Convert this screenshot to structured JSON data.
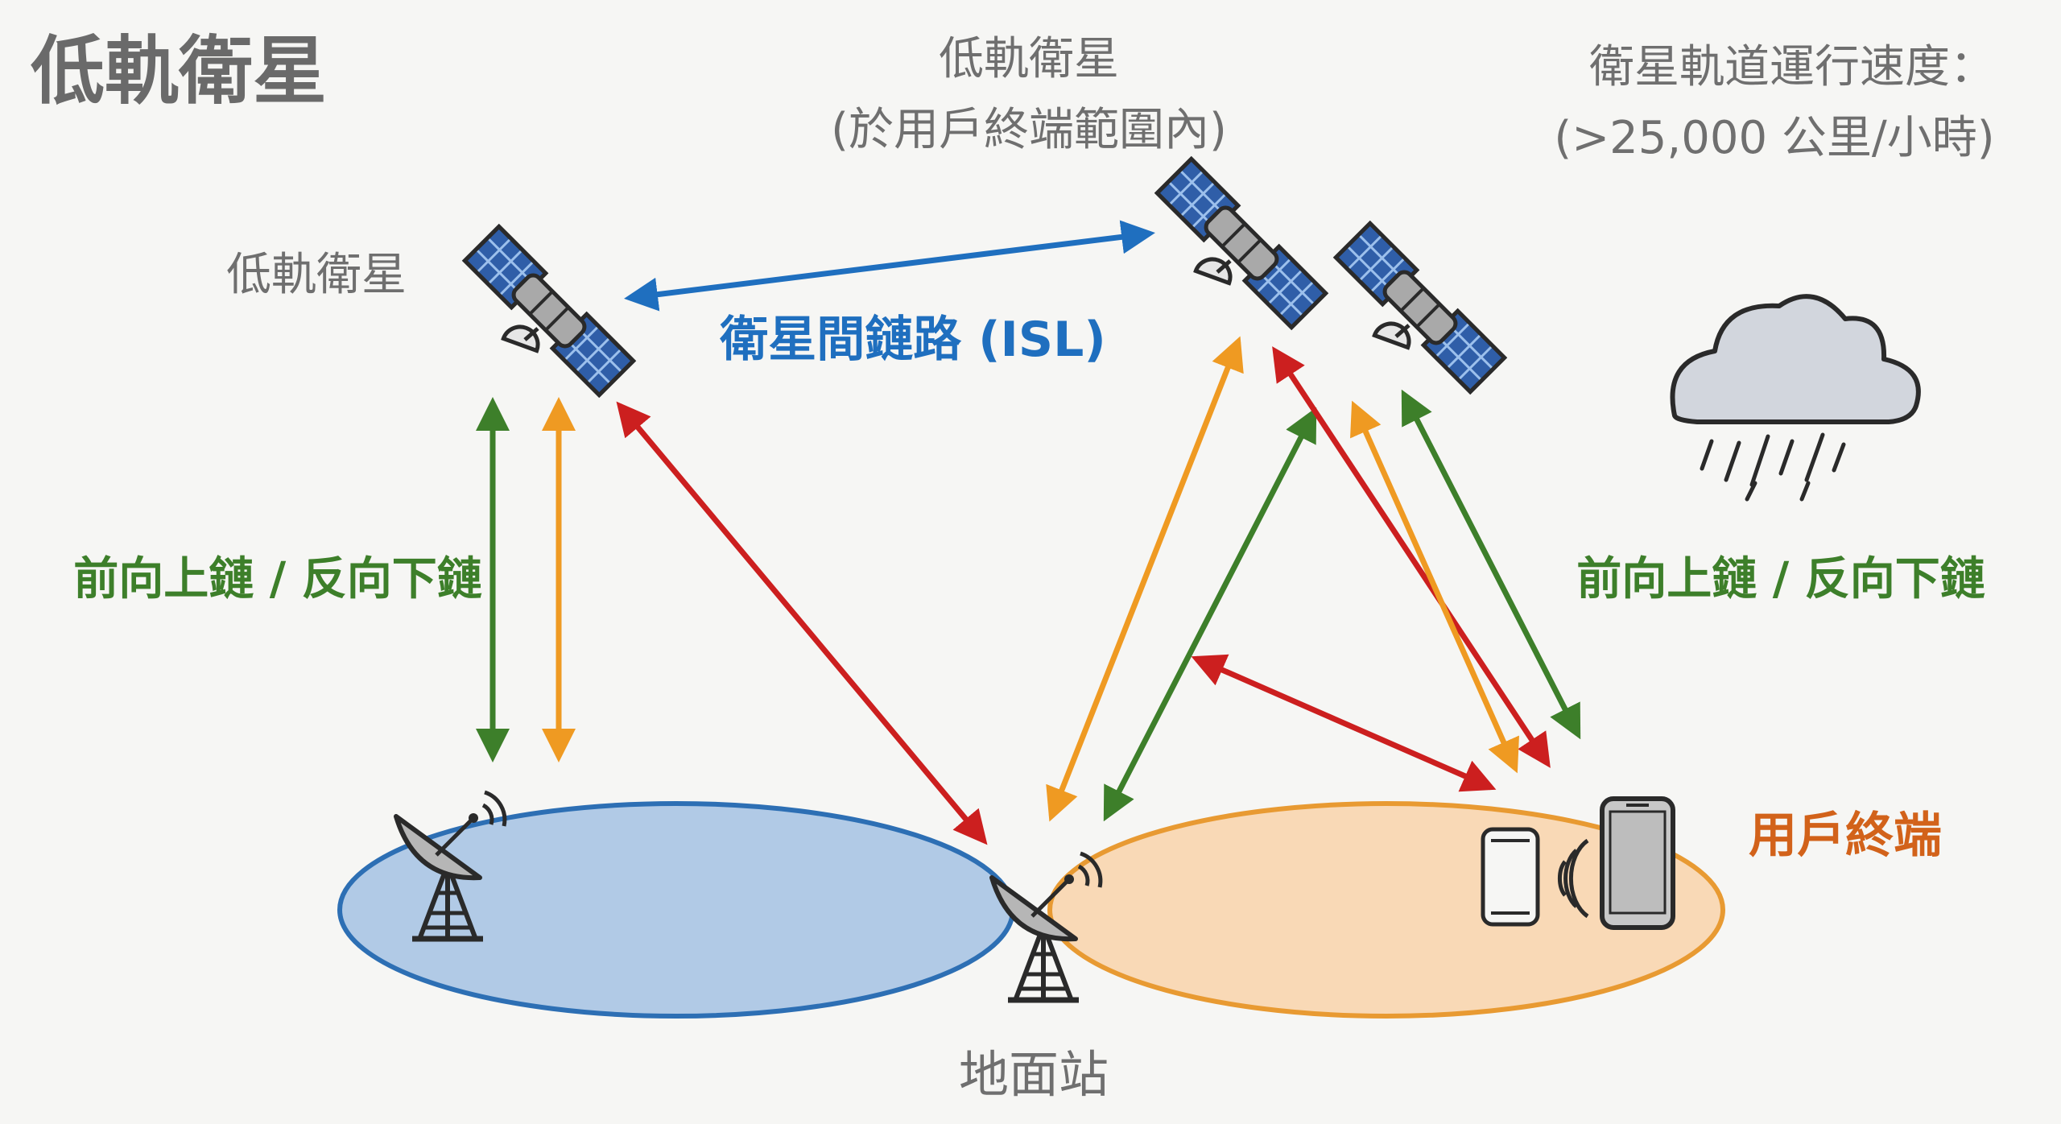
{
  "title": "低軌衛星",
  "labels": {
    "sat_left": "低軌衛星",
    "sat_center_line1": "低軌衛星",
    "sat_center_line2": "(於用戶終端範圍內)",
    "speed_line1": "衛星軌道運行速度：",
    "speed_line2": "(>25,000 公里/小時)",
    "isl": "衛星間鏈路 (ISL)",
    "link_left": "前向上鏈 / 反向下鏈",
    "link_right": "前向上鏈 / 反向下鏈",
    "user_terminal": "用戶終端",
    "ground_station": "地面站"
  },
  "colors": {
    "background": "#f6f6f4",
    "blue_link": "#1f6fbf",
    "green_link": "#3d7f2a",
    "orange_link": "#ef9a22",
    "red_link": "#cc1f1f",
    "blue_cell": "#b1cae6",
    "blue_cell_border": "#2d6fb4",
    "orange_cell": "#f8d6b0",
    "orange_cell_border": "#e89a32",
    "user_terminal_text": "#d2621a",
    "gray_text": "#6f6f6f",
    "title_text": "#6a6a6a"
  },
  "icons": [
    "satellite-icon",
    "dish-antenna-icon",
    "smartphone-icon",
    "rain-cloud-icon",
    "signal-wave-icon"
  ]
}
